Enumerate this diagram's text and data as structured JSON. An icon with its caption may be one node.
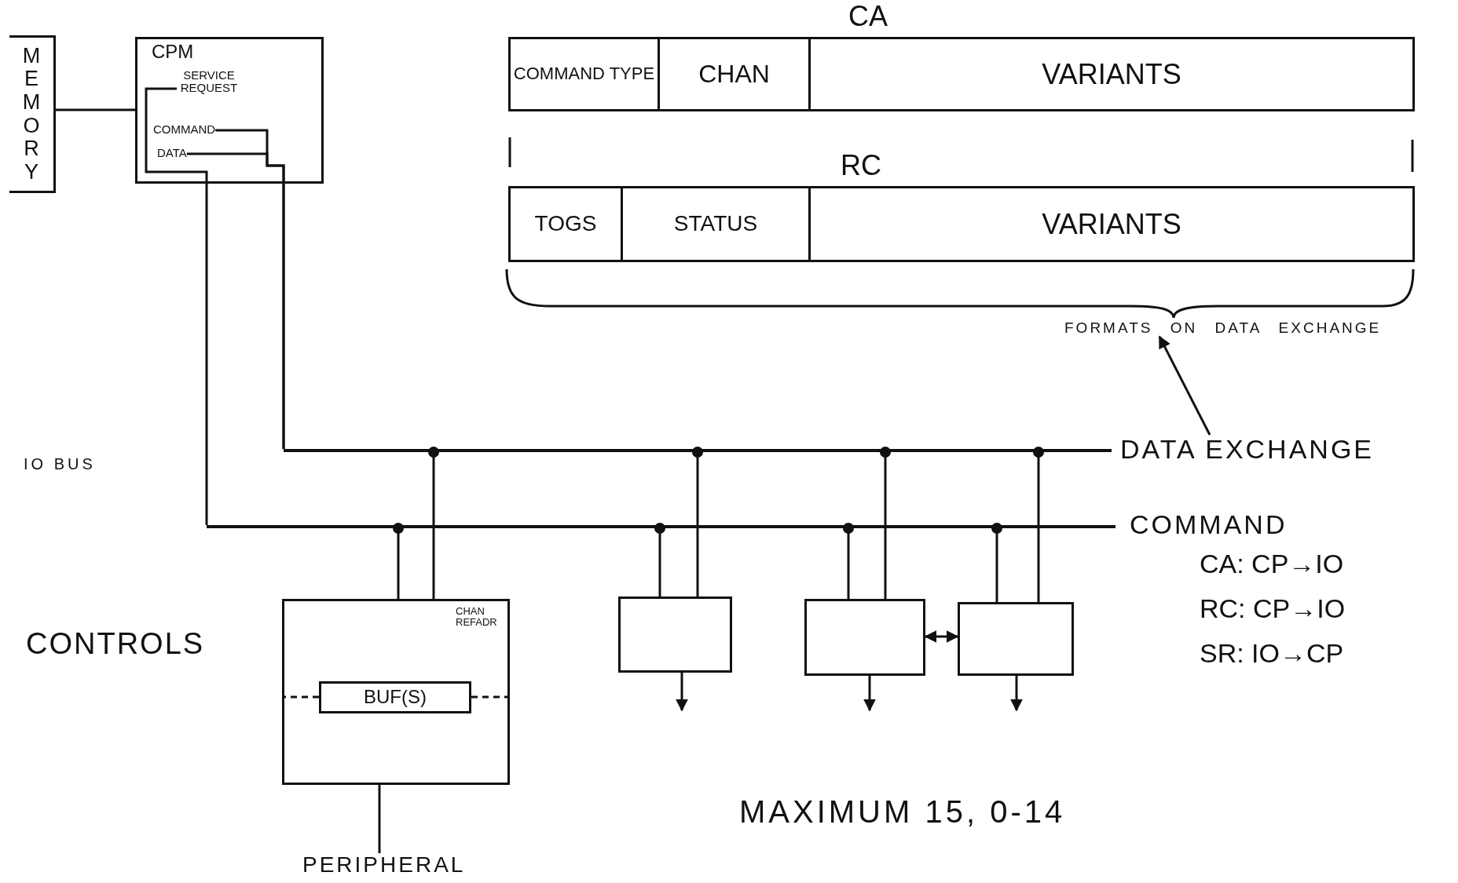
{
  "diagram": {
    "nodes": [
      {
        "text": [
          "MEMORY"
        ]
      },
      {
        "text": [
          "CPM"
        ]
      },
      {
        "text": [
          "SERVICE REQUEST"
        ],
        "in": 1
      },
      {
        "text": [
          "COMMAND"
        ],
        "in": 1
      },
      {
        "text": [
          "DATA"
        ],
        "in": 1
      },
      {
        "text": [
          "CA"
        ]
      },
      {
        "text": [
          "COMMAND TYPE"
        ],
        "in": 5
      },
      {
        "text": [
          "CHAN"
        ],
        "in": 5
      },
      {
        "text": [
          "VARIANTS"
        ],
        "in": 5
      },
      {
        "text": [
          "RC"
        ]
      },
      {
        "text": [
          "TOGS"
        ],
        "in": 9
      },
      {
        "text": [
          "STATUS"
        ],
        "in": 9
      },
      {
        "text": [
          "VARIANTS"
        ],
        "in": 9
      },
      {
        "text": [
          "FORMATS ON DATA EXCHANGE"
        ]
      },
      {
        "text": [],
        "shape": "bar",
        "beside": [
          "DATA EXCHANGE"
        ]
      },
      {
        "text": [],
        "shape": "bar",
        "beside": [
          "COMMAND"
        ]
      },
      {
        "text": [
          "CHAN REFADR"
        ]
      },
      {
        "text": [
          "BUF(S)"
        ],
        "in": 16
      },
      {
        "text": [],
        "shape": "box"
      },
      {
        "text": [],
        "shape": "box"
      },
      {
        "text": [],
        "shape": "box"
      },
      {
        "text": [
          "PERIPHERAL"
        ]
      }
    ],
    "edges": [
      {
        "from": 0,
        "to": 1,
        "arrow": "none"
      },
      {
        "from": 2,
        "to": 15,
        "arrow": "none"
      },
      {
        "from": 3,
        "to": 14,
        "arrow": "none"
      },
      {
        "from": 4,
        "to": 14,
        "arrow": "none"
      },
      {
        "from": 14,
        "to": 16,
        "arrow": "other"
      },
      {
        "from": 14,
        "to": 18,
        "arrow": "other"
      },
      {
        "from": 14,
        "to": 19,
        "arrow": "other"
      },
      {
        "from": 14,
        "to": 20,
        "arrow": "other"
      },
      {
        "from": 15,
        "to": 16,
        "arrow": "other"
      },
      {
        "from": 15,
        "to": 18,
        "arrow": "other"
      },
      {
        "from": 15,
        "to": 19,
        "arrow": "other"
      },
      {
        "from": 15,
        "to": 20,
        "arrow": "other"
      },
      {
        "from": 19,
        "to": 20,
        "arrow": "both"
      },
      {
        "from": 16,
        "to": 21,
        "arrow": "none"
      },
      {
        "from": 18,
        "to": null,
        "arrow": "to"
      },
      {
        "from": 19,
        "to": null,
        "arrow": "to"
      },
      {
        "from": 20,
        "to": null,
        "arrow": "to"
      },
      {
        "from": 17,
        "to": 16,
        "arrow": "none",
        "style": "dashed"
      },
      {
        "from": 17,
        "to": 16,
        "arrow": "none",
        "style": "dashed"
      },
      {
        "from": 14,
        "to": 13,
        "arrow": "to"
      }
    ],
    "labels": [
      "IO BUS",
      "CA: CP→IO",
      "RC: CP→IO",
      "CONTROLS",
      "SR: IO→CP",
      "MAXIMUM 15, 0-14"
    ]
  }
}
